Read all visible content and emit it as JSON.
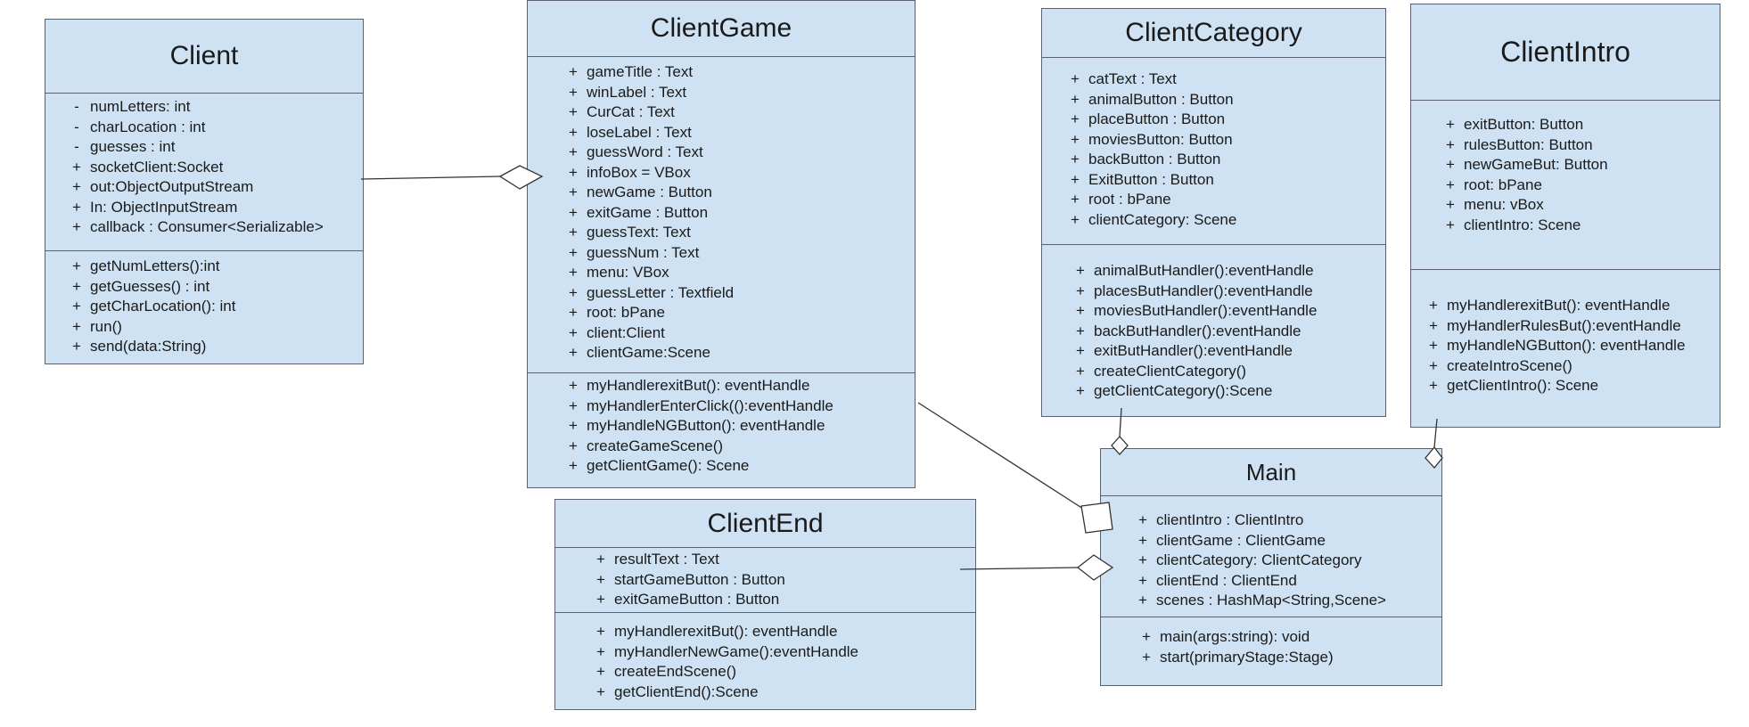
{
  "classes": {
    "client": {
      "name": "Client",
      "attributes": [
        {
          "vis": "-",
          "text": "numLetters: int"
        },
        {
          "vis": "-",
          "text": "charLocation : int"
        },
        {
          "vis": "-",
          "text": "guesses : int"
        },
        {
          "vis": "+",
          "text": "socketClient:Socket"
        },
        {
          "vis": "+",
          "text": "out:ObjectOutputStream"
        },
        {
          "vis": "+",
          "text": "In: ObjectInputStream"
        },
        {
          "vis": "+",
          "text": "callback : Consumer<Serializable>"
        }
      ],
      "methods": [
        {
          "vis": "+",
          "text": "getNumLetters():int"
        },
        {
          "vis": "+",
          "text": "getGuesses() : int"
        },
        {
          "vis": "+",
          "text": "getCharLocation(): int"
        },
        {
          "vis": "+",
          "text": "run()"
        },
        {
          "vis": "+",
          "text": "send(data:String)"
        }
      ]
    },
    "client_game": {
      "name": "ClientGame",
      "attributes": [
        {
          "vis": "+",
          "text": "gameTitle : Text"
        },
        {
          "vis": "+",
          "text": "winLabel : Text"
        },
        {
          "vis": "+",
          "text": "CurCat : Text"
        },
        {
          "vis": "+",
          "text": "loseLabel : Text"
        },
        {
          "vis": "+",
          "text": "guessWord : Text"
        },
        {
          "vis": "+",
          "text": "infoBox = VBox"
        },
        {
          "vis": "+",
          "text": "newGame : Button"
        },
        {
          "vis": "+",
          "text": "exitGame : Button"
        },
        {
          "vis": "+",
          "text": "guessText: Text"
        },
        {
          "vis": "+",
          "text": "guessNum : Text"
        },
        {
          "vis": "+",
          "text": "menu: VBox"
        },
        {
          "vis": "+",
          "text": "guessLetter : Textfield"
        },
        {
          "vis": "+",
          "text": "root: bPane"
        },
        {
          "vis": "+",
          "text": "client:Client"
        },
        {
          "vis": "+",
          "text": "clientGame:Scene"
        }
      ],
      "methods": [
        {
          "vis": "+",
          "text": "myHandlerexitBut(): eventHandle"
        },
        {
          "vis": "+",
          "text": "myHandlerEnterClick(():eventHandle"
        },
        {
          "vis": "+",
          "text": "myHandleNGButton(): eventHandle"
        },
        {
          "vis": "+",
          "text": "createGameScene()"
        },
        {
          "vis": "+",
          "text": "getClientGame(): Scene"
        }
      ]
    },
    "client_category": {
      "name": "ClientCategory",
      "attributes": [
        {
          "vis": "+",
          "text": "catText : Text"
        },
        {
          "vis": "+",
          "text": "animalButton : Button"
        },
        {
          "vis": "+",
          "text": "placeButton : Button"
        },
        {
          "vis": "+",
          "text": "moviesButton: Button"
        },
        {
          "vis": "+",
          "text": "backButton : Button"
        },
        {
          "vis": "+",
          "text": "ExitButton : Button"
        },
        {
          "vis": "+",
          "text": "root : bPane"
        },
        {
          "vis": "+",
          "text": "clientCategory: Scene"
        }
      ],
      "methods": [
        {
          "vis": "+",
          "text": "animalButHandler():eventHandle"
        },
        {
          "vis": "+",
          "text": "placesButHandler():eventHandle"
        },
        {
          "vis": "+",
          "text": "moviesButHandler():eventHandle"
        },
        {
          "vis": "+",
          "text": "backButHandler():eventHandle"
        },
        {
          "vis": "+",
          "text": "exitButHandler():eventHandle"
        },
        {
          "vis": "+",
          "text": "createClientCategory()"
        },
        {
          "vis": "+",
          "text": "getClientCategory():Scene"
        }
      ]
    },
    "client_intro": {
      "name": "ClientIntro",
      "attributes": [
        {
          "vis": "+",
          "text": "exitButton: Button"
        },
        {
          "vis": "+",
          "text": "rulesButton: Button"
        },
        {
          "vis": "+",
          "text": "newGameBut: Button"
        },
        {
          "vis": "+",
          "text": "root: bPane"
        },
        {
          "vis": "+",
          "text": "menu: vBox"
        },
        {
          "vis": "+",
          "text": "clientIntro: Scene"
        }
      ],
      "methods": [
        {
          "vis": "+",
          "text": "myHandlerexitBut(): eventHandle"
        },
        {
          "vis": "+",
          "text": "myHandlerRulesBut():eventHandle"
        },
        {
          "vis": "+",
          "text": "myHandleNGButton(): eventHandle"
        },
        {
          "vis": "+",
          "text": "createIntroScene()"
        },
        {
          "vis": "+",
          "text": "getClientIntro(): Scene"
        }
      ]
    },
    "client_end": {
      "name": "ClientEnd",
      "attributes": [
        {
          "vis": "+",
          "text": "resultText : Text"
        },
        {
          "vis": "+",
          "text": "startGameButton : Button"
        },
        {
          "vis": "+",
          "text": "exitGameButton : Button"
        }
      ],
      "methods": [
        {
          "vis": "+",
          "text": "myHandlerexitBut(): eventHandle"
        },
        {
          "vis": "+",
          "text": "myHandlerNewGame():eventHandle"
        },
        {
          "vis": "+",
          "text": "createEndScene()"
        },
        {
          "vis": "+",
          "text": "getClientEnd():Scene"
        }
      ]
    },
    "main": {
      "name": "Main",
      "attributes": [
        {
          "vis": "+",
          "text": "clientIntro : ClientIntro"
        },
        {
          "vis": "+",
          "text": "clientGame : ClientGame"
        },
        {
          "vis": "+",
          "text": "clientCategory: ClientCategory"
        },
        {
          "vis": "+",
          "text": "clientEnd : ClientEnd"
        },
        {
          "vis": "+",
          "text": "scenes : HashMap<String,Scene>"
        }
      ],
      "methods": [
        {
          "vis": "+",
          "text": "main(args:string): void"
        },
        {
          "vis": "+",
          "text": "start(primaryStage:Stage)"
        }
      ]
    }
  },
  "colors": {
    "box_fill": "#cfe2f3",
    "box_border": "#5a6270",
    "line": "#333333"
  }
}
